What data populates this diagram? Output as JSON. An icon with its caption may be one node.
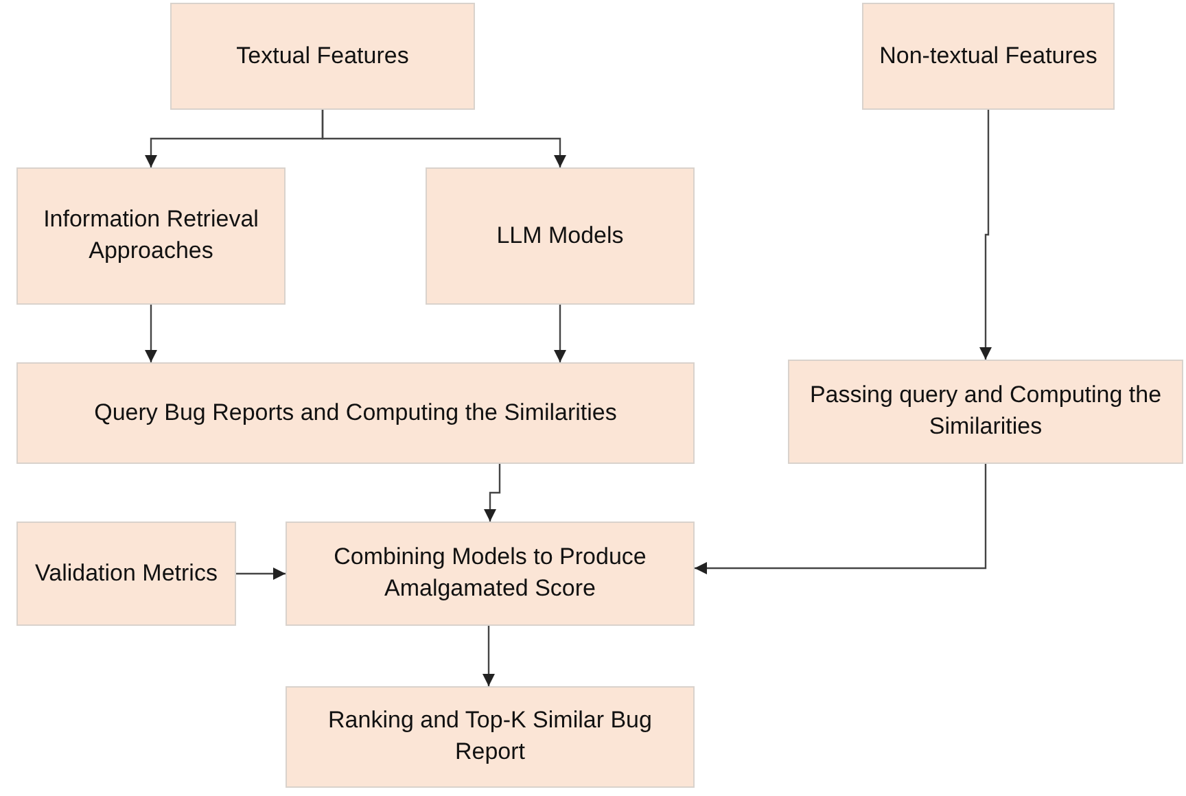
{
  "diagram": {
    "nodes": [
      {
        "text": [
          "Textual Features"
        ]
      },
      {
        "text": [
          "Non-textual Features"
        ]
      },
      {
        "text": [
          "Information Retrieval Approaches"
        ]
      },
      {
        "text": [
          "LLM Models"
        ]
      },
      {
        "text": [
          "Query Bug Reports and Computing the Similarities"
        ]
      },
      {
        "text": [
          "Passing query and Computing the Similarities"
        ]
      },
      {
        "text": [
          "Validation Metrics"
        ]
      },
      {
        "text": [
          "Combining Models to Produce Amalgamated Score"
        ]
      },
      {
        "text": [
          "Ranking and Top-K Similar Bug Report"
        ]
      }
    ],
    "edges": [
      {
        "from": 0,
        "to": 2,
        "arrow": "to"
      },
      {
        "from": 0,
        "to": 3,
        "arrow": "to"
      },
      {
        "from": 2,
        "to": 4,
        "arrow": "to"
      },
      {
        "from": 3,
        "to": 4,
        "arrow": "to"
      },
      {
        "from": 1,
        "to": 5,
        "arrow": "to"
      },
      {
        "from": 4,
        "to": 7,
        "arrow": "to"
      },
      {
        "from": 6,
        "to": 7,
        "arrow": "to"
      },
      {
        "from": 5,
        "to": 7,
        "arrow": "to"
      },
      {
        "from": 7,
        "to": 8,
        "arrow": "to"
      }
    ]
  }
}
